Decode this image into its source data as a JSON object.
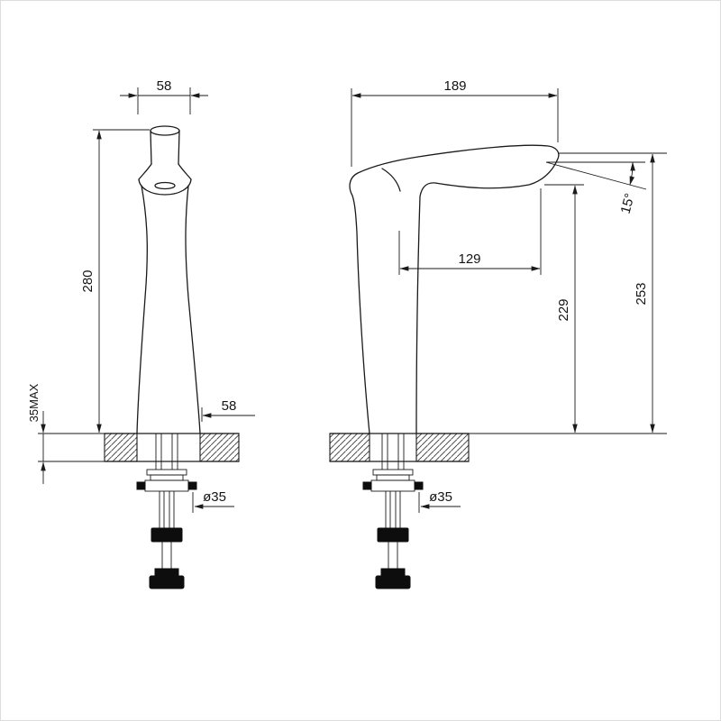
{
  "drawing": {
    "background": "#ffffff",
    "line_color": "#1a1a1a"
  },
  "views": {
    "front": {
      "dims": {
        "top_width": "58",
        "height": "280",
        "deck_thickness_max": "35MAX",
        "base_width": "58",
        "thread_diameter": "ø35"
      }
    },
    "side": {
      "dims": {
        "spout_reach": "189",
        "spout_angle": "15°",
        "outlet_offset": "129",
        "outlet_height": "229",
        "overall_height": "253",
        "thread_diameter": "ø35"
      }
    }
  }
}
